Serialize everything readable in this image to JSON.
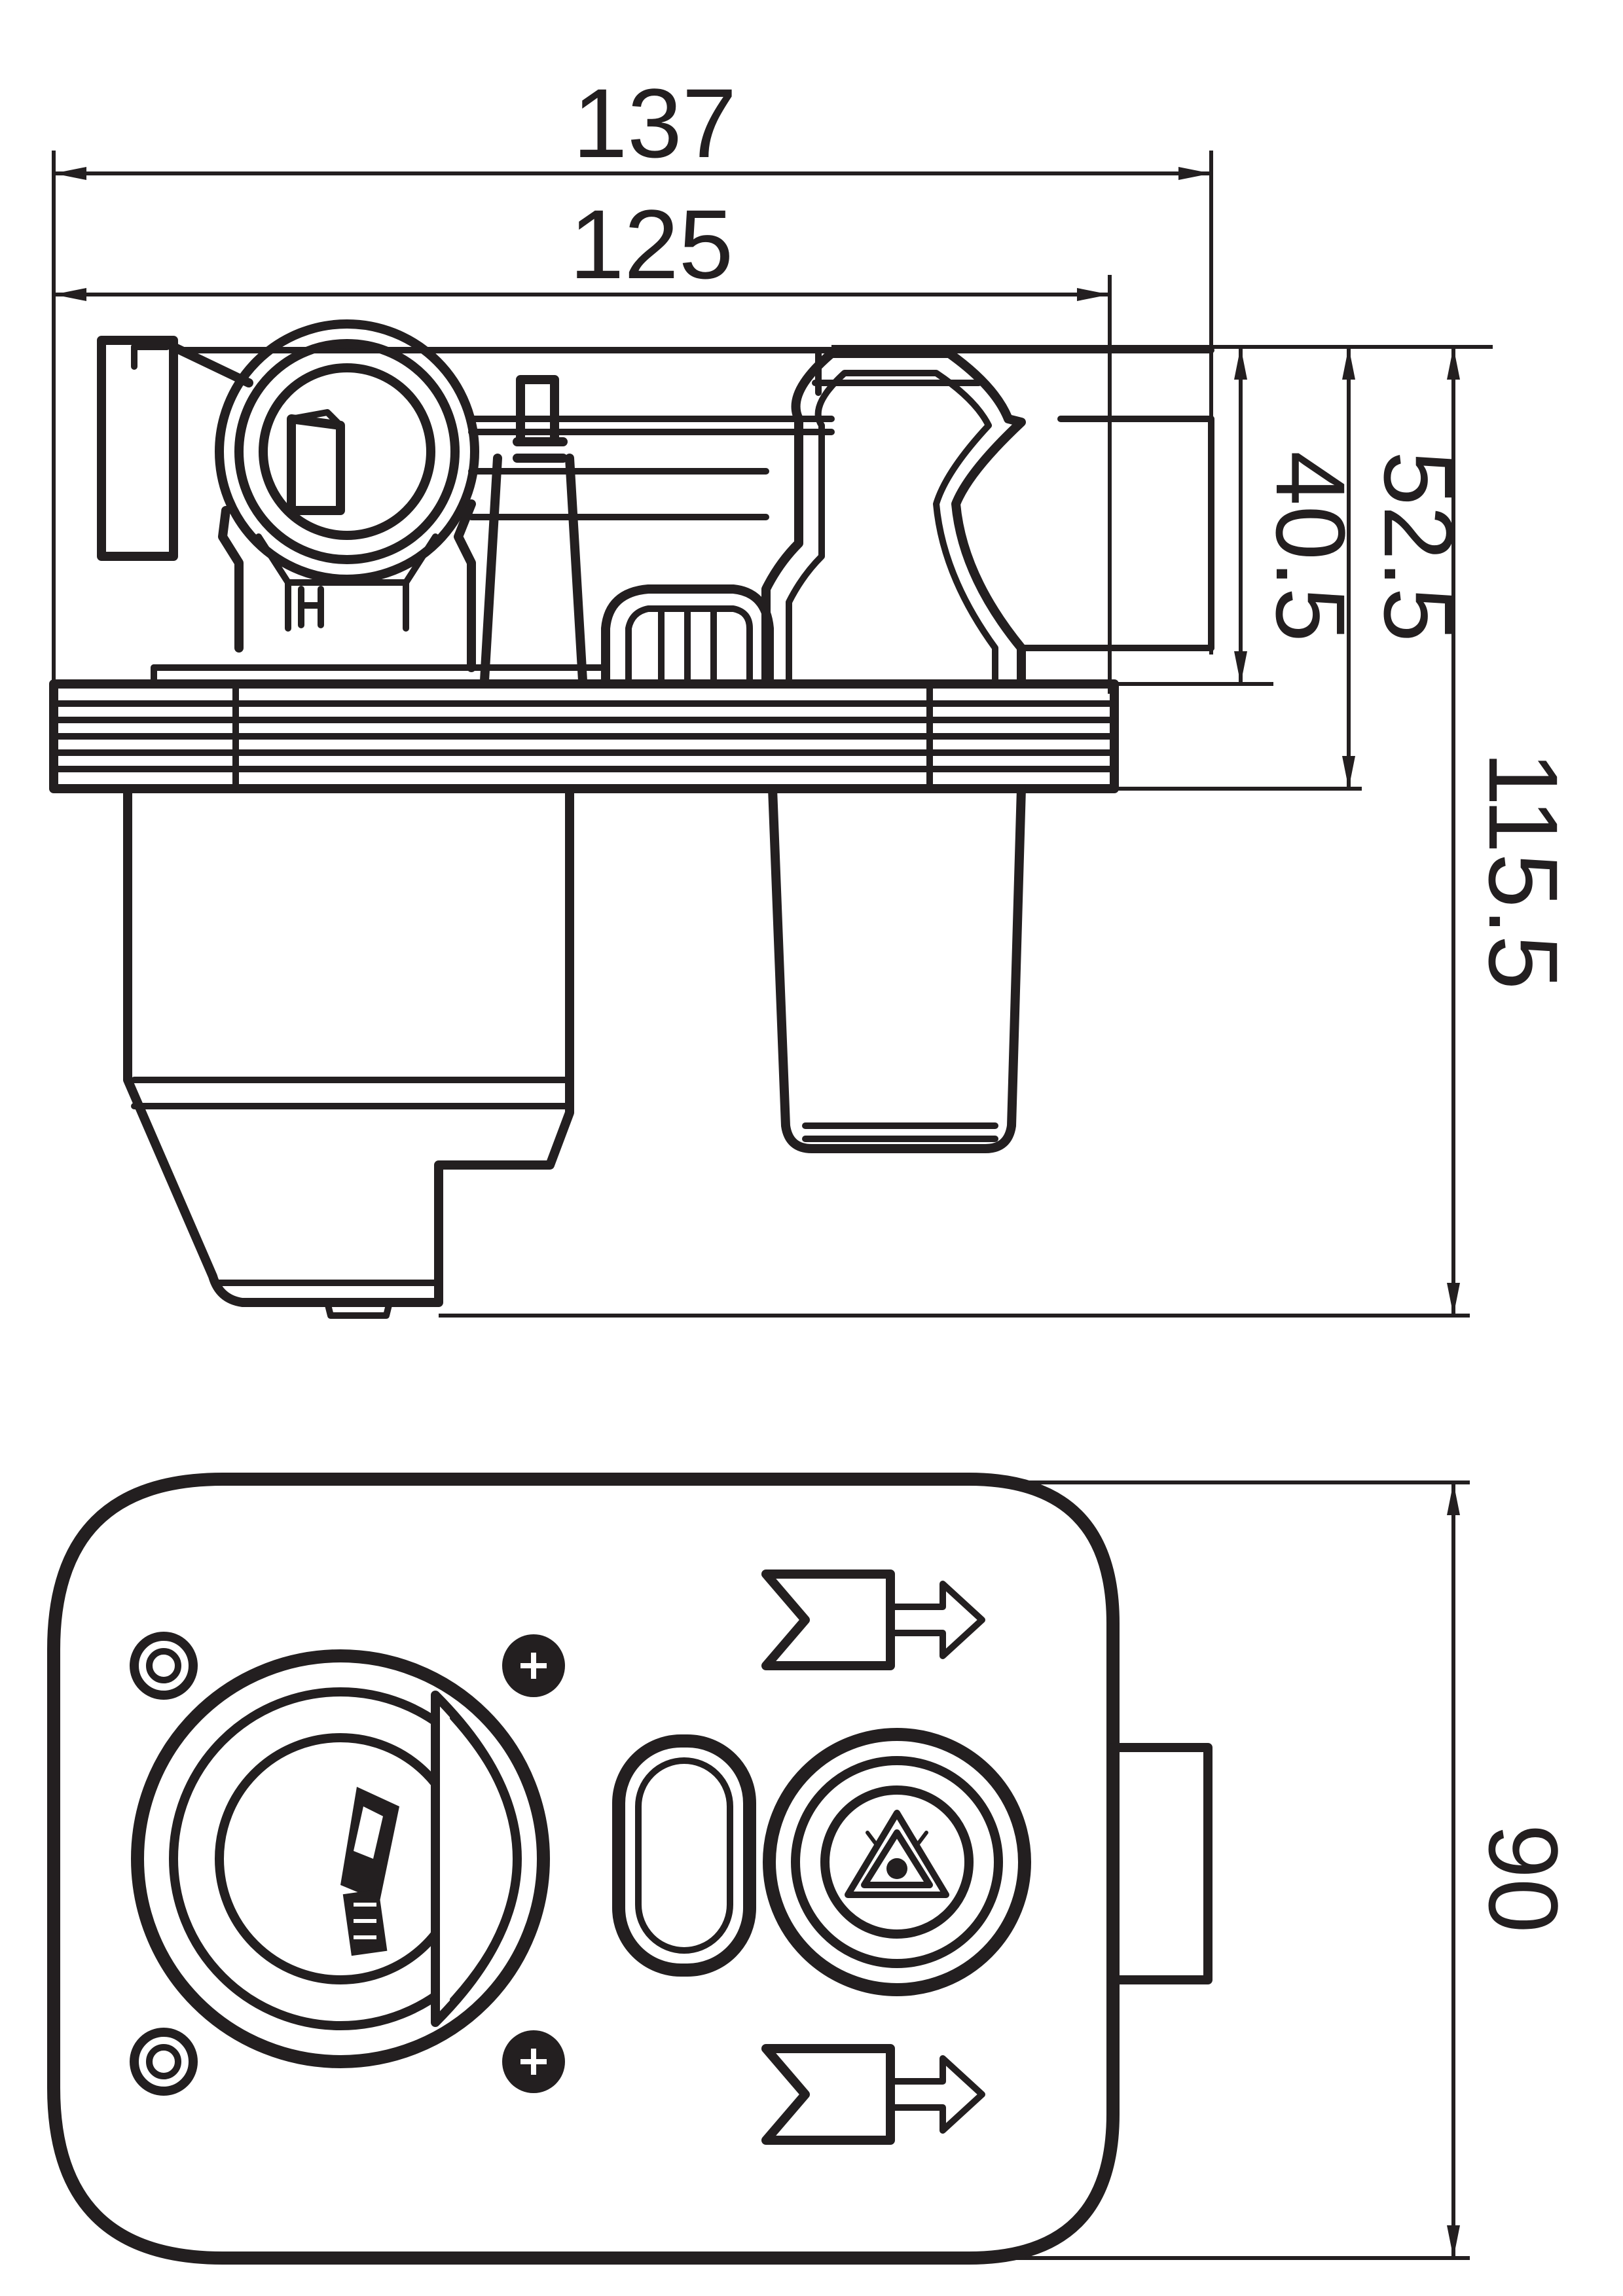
{
  "dimensions": {
    "overall_width": "137",
    "base_width": "125",
    "upper_height": "40.5",
    "flange_height": "52.5",
    "total_height": "115.5",
    "plan_depth": "90"
  },
  "icons": {
    "flow_arrow": "double-arrow-right-icon",
    "recycling": "recycling-triangle-icon",
    "logo": "brand-logo-icon",
    "screw": "screw-head-icon"
  }
}
